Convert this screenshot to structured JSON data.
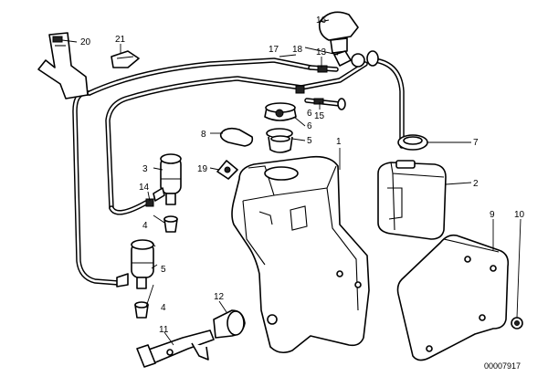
{
  "callouts": {
    "c1": "1",
    "c2": "2",
    "c3": "3",
    "c4a": "4",
    "c4b": "4",
    "c5a": "5",
    "c5b": "5",
    "c6a": "6",
    "c6b": "6",
    "c7": "7",
    "c8": "8",
    "c9": "9",
    "c10": "10",
    "c11": "11",
    "c12": "12",
    "c13": "13",
    "c14": "14",
    "c15": "15",
    "c16": "16",
    "c17": "17",
    "c18": "18",
    "c19": "19",
    "c20": "20",
    "c21": "21"
  },
  "reference_number": "00007917"
}
